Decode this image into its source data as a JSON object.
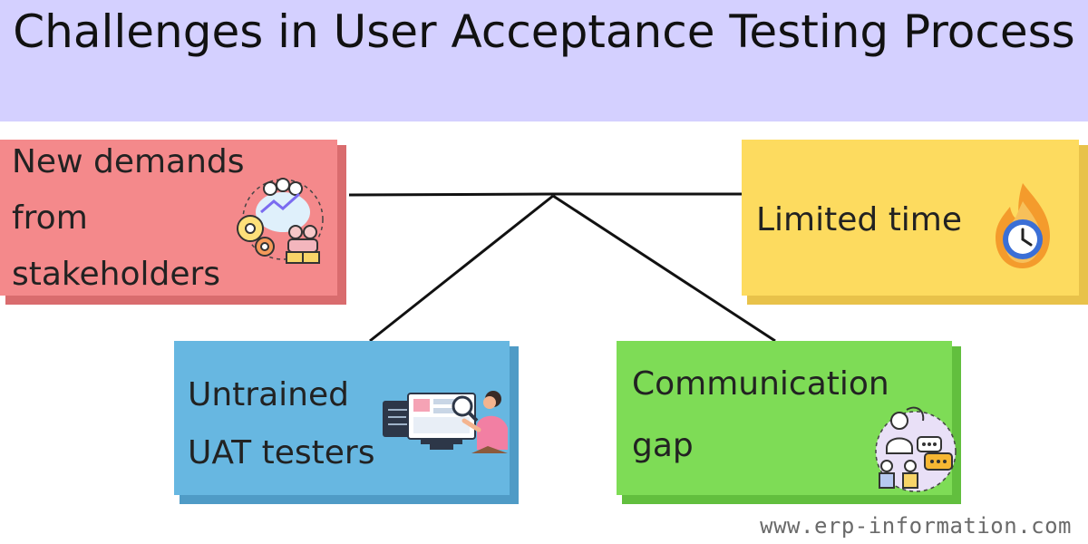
{
  "title": "Challenges in User Acceptance Testing Process",
  "challenges": {
    "stakeholders": {
      "label_line1": "New demands",
      "label_line2": "from",
      "label_line3": "stakeholders",
      "color": "#f4898b",
      "icon": "stakeholders-icon"
    },
    "limited_time": {
      "label": "Limited time",
      "color": "#fddb5f",
      "icon": "stopwatch-flame-icon"
    },
    "testers": {
      "label_line1": "Untrained",
      "label_line2": "UAT testers",
      "color": "#67b7e1",
      "icon": "tester-computer-icon"
    },
    "communication": {
      "label_line1": "Communication",
      "label_line2": "gap",
      "color": "#7edc56",
      "icon": "people-chat-icon"
    }
  },
  "watermark": "www.erp-information.com",
  "colors": {
    "title_band": "#d4d0ff",
    "connector": "#111111"
  }
}
